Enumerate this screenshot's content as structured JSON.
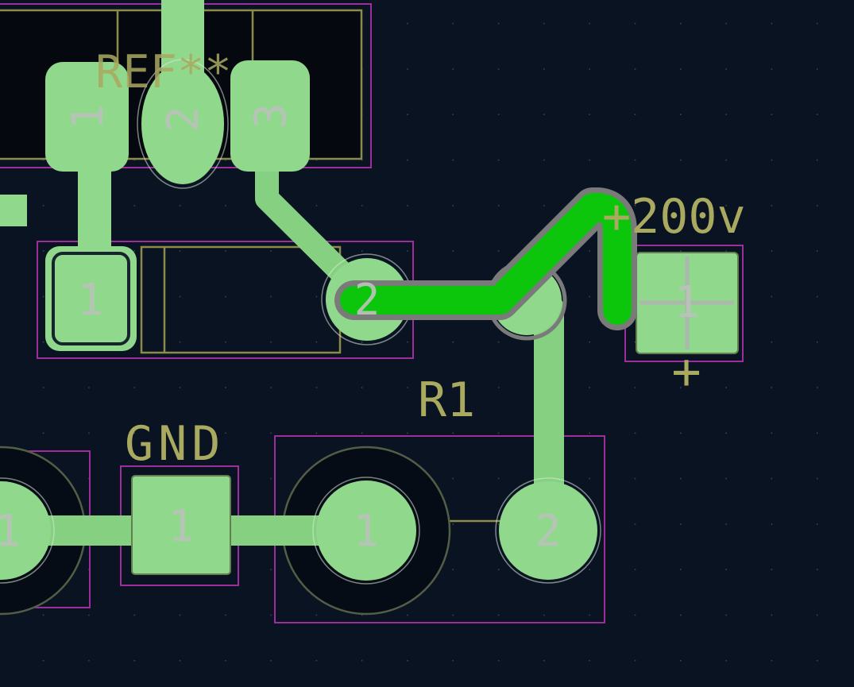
{
  "labels": {
    "top_reference": "REF**",
    "power_net": "+200v",
    "power_plus": "+",
    "r1": "R1",
    "gnd": "GND"
  },
  "pads": {
    "top": [
      "1",
      "2",
      "3"
    ],
    "middle": [
      "1",
      "2"
    ],
    "power": [
      "1"
    ],
    "r1": [
      "1",
      "2"
    ],
    "gnd": [
      "1"
    ],
    "left": [
      "1"
    ]
  },
  "colors": {
    "background": "#0a1322",
    "grid_dot": "#3c4857",
    "copper_green": "#90d98c",
    "trace_green": "#86d181",
    "active_route_green": "#0cc60c",
    "route_clearance_gray": "#7a7a7a",
    "courtyard_magenta": "#9d2f9d",
    "fab_olive": "#8b8b4a",
    "text_olive": "#a9a960",
    "pad_number_gray": "#bcc2bc",
    "footprint_body_dark": "#05090f"
  }
}
